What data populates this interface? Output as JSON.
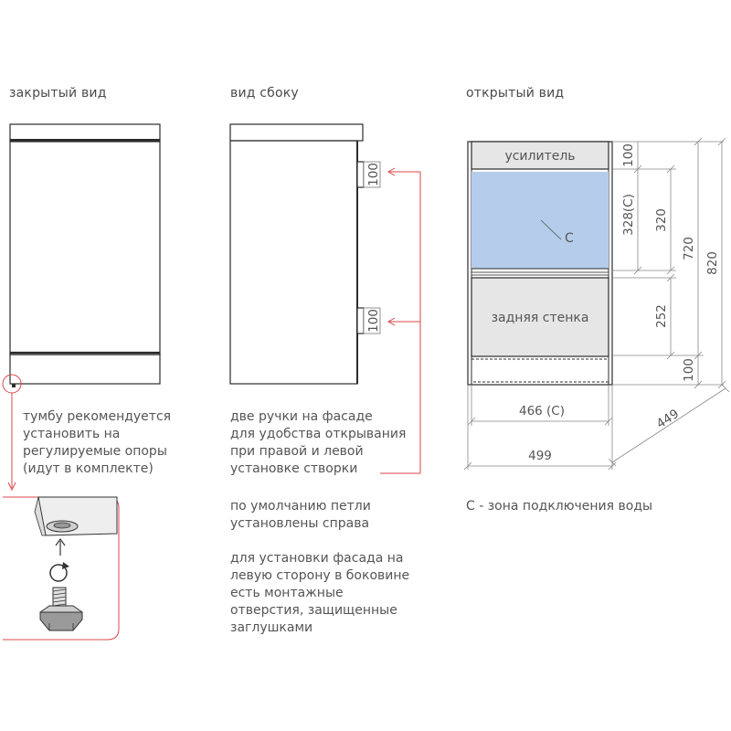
{
  "views": {
    "closed_title": "закрытый вид",
    "side_title": "вид сбоку",
    "open_title": "открытый вид"
  },
  "notes": {
    "legs": "тумбу рекомендуется\nустановить на\nрегулируемые опоры\n(идут в комплекте)",
    "handles": "две ручки на фасаде\nдля удобства открывания\nпри правой и левой\nустановке створки",
    "hinges": "по умолчанию петли\nустановлены справа",
    "mounting": "для установки фасада на\nлевую сторону в боковине\nесть монтажные\nотверстия, защищенные\nзаглушками",
    "water_zone": "С - зона подключения воды"
  },
  "open_view": {
    "top_section": "усилитель",
    "zone_marker": "С",
    "back_section": "задняя стенка"
  },
  "dimensions": {
    "hinge_top": "100",
    "hinge_bottom": "100",
    "top_height": "100",
    "zone_c_height": "328(С)",
    "middle_height": "320",
    "inner_height": "720",
    "total_height": "820",
    "back_height": "252",
    "plinth_height": "100",
    "inner_width": "466 (С)",
    "total_width": "499",
    "depth": "449"
  },
  "colors": {
    "water_zone": "#b5cdea",
    "panel_gray": "#e6e6e6",
    "accent_red": "#d9474a",
    "outline": "#2b2b2b"
  }
}
